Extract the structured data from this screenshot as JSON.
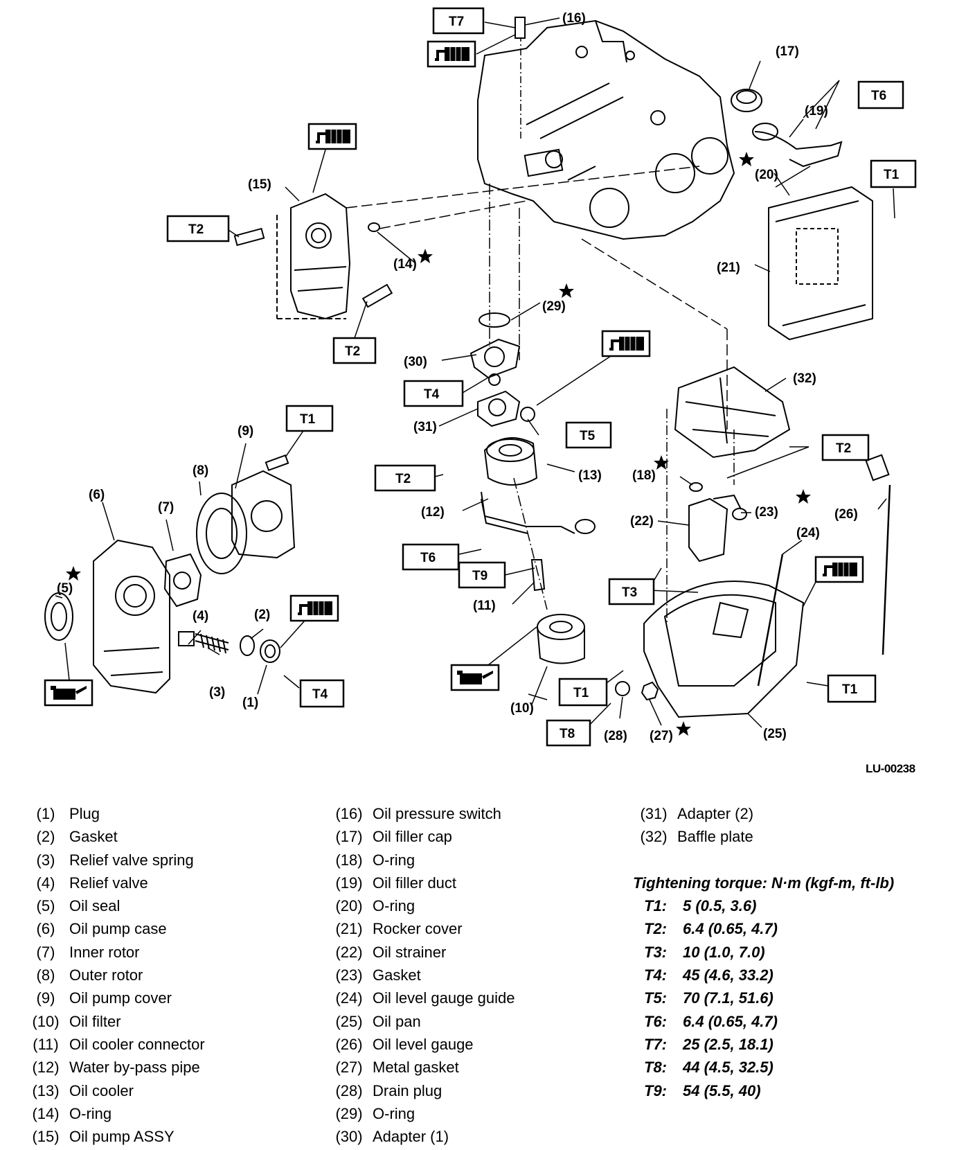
{
  "diagram": {
    "ref_code": "LU-00238",
    "callouts": [
      "(1)",
      "(2)",
      "(3)",
      "(4)",
      "(5)",
      "(6)",
      "(7)",
      "(8)",
      "(9)",
      "(10)",
      "(11)",
      "(12)",
      "(13)",
      "(14)",
      "(15)",
      "(16)",
      "(17)",
      "(18)",
      "(19)",
      "(20)",
      "(21)",
      "(22)",
      "(23)",
      "(24)",
      "(25)",
      "(26)",
      "(27)",
      "(28)",
      "(29)",
      "(30)",
      "(31)",
      "(32)"
    ],
    "torque_boxes": [
      "T1",
      "T2",
      "T3",
      "T4",
      "T5",
      "T6",
      "T7",
      "T8",
      "T9"
    ]
  },
  "legend": {
    "parts": [
      {
        "num": "(1)",
        "name": "Plug"
      },
      {
        "num": "(2)",
        "name": "Gasket"
      },
      {
        "num": "(3)",
        "name": "Relief valve spring"
      },
      {
        "num": "(4)",
        "name": "Relief valve"
      },
      {
        "num": "(5)",
        "name": "Oil seal"
      },
      {
        "num": "(6)",
        "name": "Oil pump case"
      },
      {
        "num": "(7)",
        "name": "Inner rotor"
      },
      {
        "num": "(8)",
        "name": "Outer rotor"
      },
      {
        "num": "(9)",
        "name": "Oil pump cover"
      },
      {
        "num": "(10)",
        "name": "Oil filter"
      },
      {
        "num": "(11)",
        "name": "Oil cooler connector"
      },
      {
        "num": "(12)",
        "name": "Water by-pass pipe"
      },
      {
        "num": "(13)",
        "name": "Oil cooler"
      },
      {
        "num": "(14)",
        "name": "O-ring"
      },
      {
        "num": "(15)",
        "name": "Oil pump ASSY"
      },
      {
        "num": "(16)",
        "name": "Oil pressure switch"
      },
      {
        "num": "(17)",
        "name": "Oil filler cap"
      },
      {
        "num": "(18)",
        "name": "O-ring"
      },
      {
        "num": "(19)",
        "name": "Oil filler duct"
      },
      {
        "num": "(20)",
        "name": "O-ring"
      },
      {
        "num": "(21)",
        "name": "Rocker cover"
      },
      {
        "num": "(22)",
        "name": "Oil strainer"
      },
      {
        "num": "(23)",
        "name": "Gasket"
      },
      {
        "num": "(24)",
        "name": "Oil level gauge guide"
      },
      {
        "num": "(25)",
        "name": "Oil pan"
      },
      {
        "num": "(26)",
        "name": "Oil level gauge"
      },
      {
        "num": "(27)",
        "name": "Metal gasket"
      },
      {
        "num": "(28)",
        "name": "Drain plug"
      },
      {
        "num": "(29)",
        "name": "O-ring"
      },
      {
        "num": "(30)",
        "name": "Adapter (1)"
      },
      {
        "num": "(31)",
        "name": "Adapter (2)"
      },
      {
        "num": "(32)",
        "name": "Baffle plate"
      }
    ],
    "torque_title": "Tightening torque: N·m (kgf-m, ft-lb)",
    "torques": [
      {
        "code": "T1:",
        "value": "5 (0.5, 3.6)"
      },
      {
        "code": "T2:",
        "value": "6.4 (0.65, 4.7)"
      },
      {
        "code": "T3:",
        "value": "10 (1.0, 7.0)"
      },
      {
        "code": "T4:",
        "value": "45 (4.6, 33.2)"
      },
      {
        "code": "T5:",
        "value": "70 (7.1, 51.6)"
      },
      {
        "code": "T6:",
        "value": "6.4 (0.65, 4.7)"
      },
      {
        "code": "T7:",
        "value": "25 (2.5, 18.1)"
      },
      {
        "code": "T8:",
        "value": "44 (4.5, 32.5)"
      },
      {
        "code": "T9:",
        "value": "54 (5.5, 40)"
      }
    ]
  },
  "icons": [
    "star-icon",
    "sealant-tube-icon",
    "oil-can-icon"
  ]
}
